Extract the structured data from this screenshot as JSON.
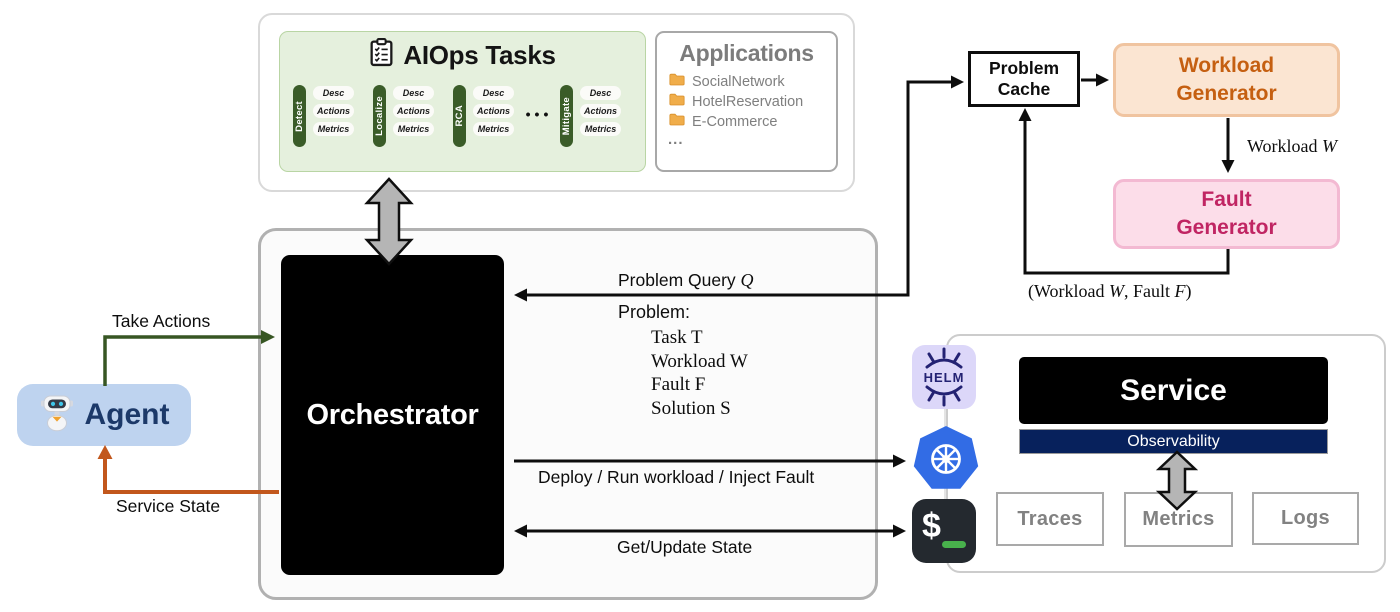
{
  "colors": {
    "aiops_panel_bg": "#e5f0dd",
    "task_pill_green": "#3a5c28",
    "workload_box_bg": "#fbe5d2",
    "workload_text": "#c55f11",
    "fault_box_bg": "#fcdde9",
    "fault_text": "#c02563",
    "agent_box_bg": "#bed3ef",
    "agent_text": "#1c3969",
    "take_actions_arrow": "#375623",
    "service_state_arrow": "#c2571c",
    "observability_bg": "#07215c",
    "kubernetes_blue": "#326ce5",
    "helm_bg": "#dcd7f9",
    "terminal_bg": "#24292f",
    "terminal_cursor_green": "#48b14c",
    "gray_arrow": "#b5b5b5"
  },
  "tasks_panel": {
    "title": "AIOps Tasks",
    "groups": [
      {
        "task": "Detect",
        "pills": [
          "Desc",
          "Actions",
          "Metrics"
        ]
      },
      {
        "task": "Localize",
        "pills": [
          "Desc",
          "Actions",
          "Metrics"
        ]
      },
      {
        "task": "RCA",
        "pills": [
          "Desc",
          "Actions",
          "Metrics"
        ]
      },
      {
        "task": "Mitigate",
        "pills": [
          "Desc",
          "Actions",
          "Metrics"
        ]
      }
    ],
    "ellipsis": "•••"
  },
  "applications_panel": {
    "title": "Applications",
    "items": [
      "SocialNetwork",
      "HotelReservation",
      "E-Commerce"
    ],
    "more": "..."
  },
  "agent": {
    "label": "Agent"
  },
  "orchestrator": {
    "label": "Orchestrator"
  },
  "problem_cache": {
    "line1": "Problem",
    "line2": "Cache"
  },
  "workload_generator": {
    "line1": "Workload",
    "line2": "Generator"
  },
  "fault_generator": {
    "line1": "Fault",
    "line2": "Generator"
  },
  "service_panel": {
    "service_label": "Service",
    "observability_label": "Observability",
    "traces_label": "Traces",
    "metrics_label": "Metrics",
    "logs_label": "Logs",
    "helm_label": "HELM",
    "terminal_prompt": "$"
  },
  "edge_labels": {
    "take_actions": "Take Actions",
    "service_state": "Service State",
    "problem_query_text": "Problem Query ",
    "problem_query_var": "Q",
    "problem_title": "Problem:",
    "problem_items": [
      "Task T",
      "Workload W",
      "Fault F",
      "Solution S"
    ],
    "deploy": "Deploy / Run workload / Inject Fault",
    "get_update": "Get/Update State",
    "workload_text": "Workload ",
    "workload_var": "W",
    "wf": {
      "p1": "(Workload ",
      "v1": "W",
      "p2": ", Fault ",
      "v2": "F",
      "p3": ")"
    }
  }
}
